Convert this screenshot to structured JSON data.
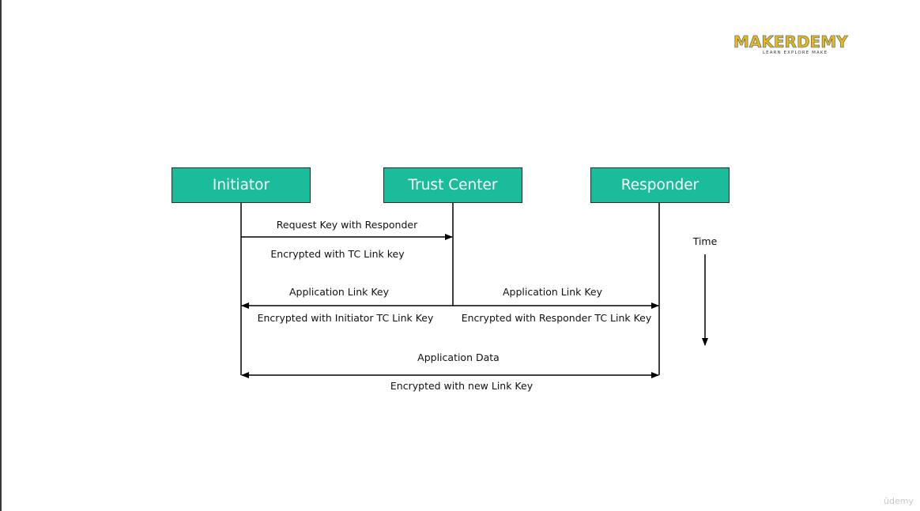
{
  "logo": {
    "name": "MAKERDEMY",
    "tagline": "LEARN EXPLORE MAKE"
  },
  "actors": {
    "initiator": "Initiator",
    "trust_center": "Trust Center",
    "responder": "Responder"
  },
  "messages": {
    "request_key": "Request Key with Responder",
    "request_key_note": "Encrypted with TC Link key",
    "app_link_key_to_initiator": "Application Link Key",
    "app_link_key_to_initiator_note": "Encrypted with Initiator TC Link Key",
    "app_link_key_to_responder": "Application Link Key",
    "app_link_key_to_responder_note": "Encrypted with Responder TC Link Key",
    "application_data": "Application Data",
    "application_data_note": "Encrypted with new Link Key"
  },
  "time_label": "Time",
  "watermark": "ûdemy",
  "colors": {
    "actor_fill": "#1abc9c",
    "logo_yellow": "#f2b705",
    "logo_blue": "#1e5aa8"
  }
}
